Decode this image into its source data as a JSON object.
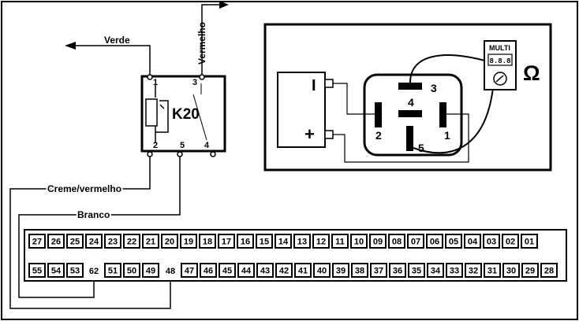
{
  "labels": {
    "verde": "Verde",
    "vermelho": "Vermelho",
    "creme_vermelho": "Creme/vermelho",
    "branco": "Branco",
    "relay": "K20",
    "ohm": "Ω"
  },
  "relay_pins": {
    "p1": "1",
    "p2": "2",
    "p3": "3",
    "p4": "4",
    "p5": "5"
  },
  "test_relay_pins": {
    "p1": "1",
    "p2": "2",
    "p3": "3",
    "p4": "4",
    "p5": "5"
  },
  "battery": {
    "minus": "I",
    "plus": "+"
  },
  "meter": {
    "label": "MULTI",
    "readout": "8.8.8"
  },
  "connector": {
    "row1": [
      "27",
      "26",
      "25",
      "24",
      "23",
      "22",
      "21",
      "20",
      "19",
      "18",
      "17",
      "16",
      "15",
      "14",
      "13",
      "12",
      "11",
      "10",
      "09",
      "08",
      "07",
      "06",
      "05",
      "04",
      "03",
      "02",
      "01"
    ],
    "row2_left": [
      "55",
      "54",
      "53"
    ],
    "row2_pin62": "62",
    "row2_mid": [
      "51",
      "50",
      "49"
    ],
    "row2_pin48": "48",
    "row2_right": [
      "47",
      "46",
      "45",
      "44",
      "43",
      "42",
      "41",
      "40",
      "39",
      "38",
      "37",
      "36",
      "35",
      "34",
      "33",
      "32",
      "31",
      "30",
      "29",
      "28"
    ]
  }
}
